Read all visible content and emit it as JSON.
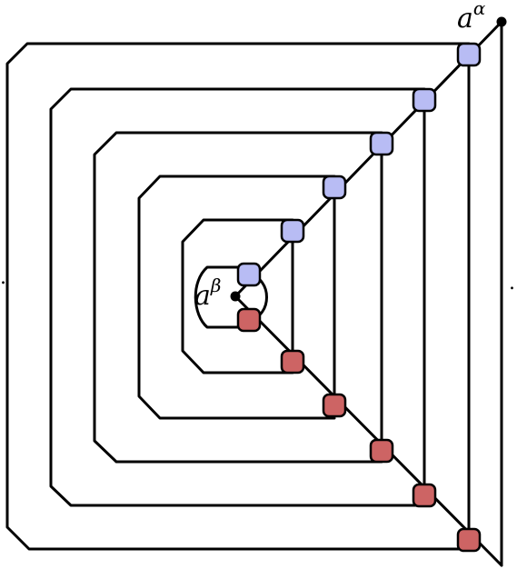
{
  "labels": {
    "top_base": "a",
    "top_sup": "α",
    "center_base": "a",
    "center_sup": "β",
    "left_dot": ".",
    "right_dot": "."
  },
  "colors": {
    "blue_node": "#b8bcf4",
    "red_node": "#cd6464",
    "wire": "#000000"
  },
  "diagram": {
    "nested_loops": 5,
    "blue_node_count": 6,
    "red_node_count": 6
  }
}
